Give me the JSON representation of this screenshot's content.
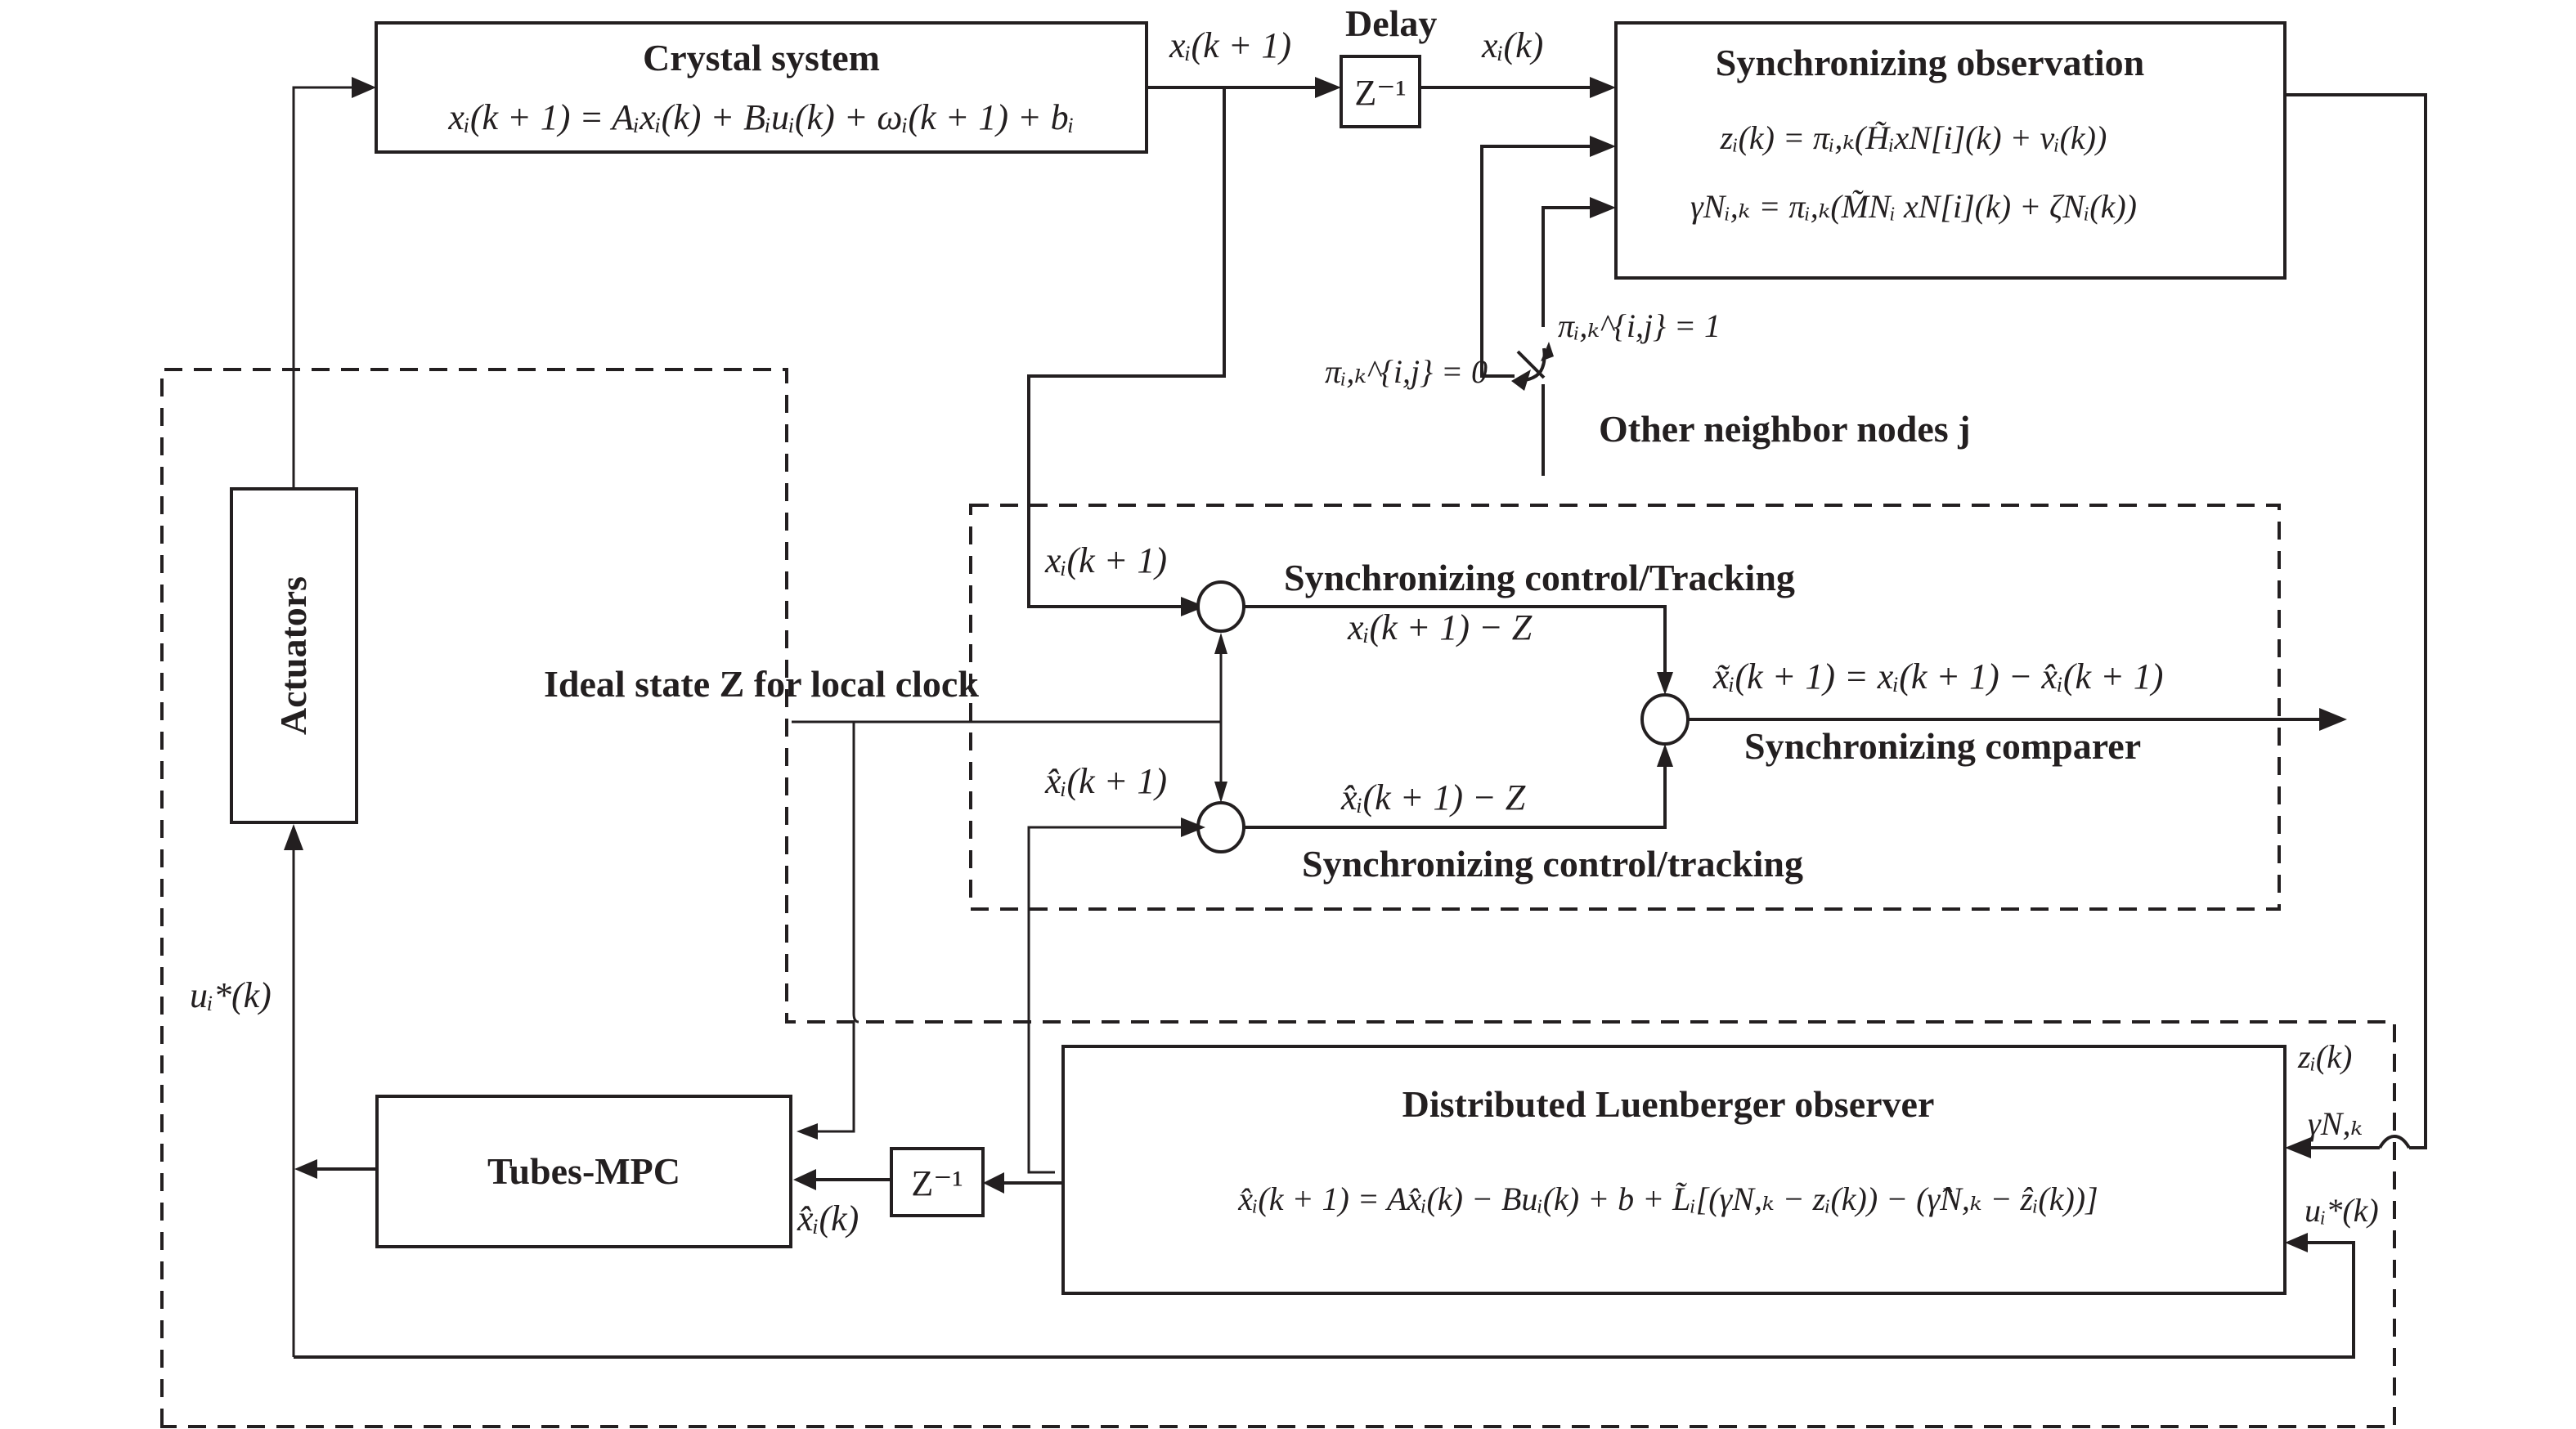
{
  "blocks": {
    "crystal": {
      "title": "Crystal system",
      "equation": "xᵢ(k + 1) = Aᵢxᵢ(k) + Bᵢuᵢ(k) + ωᵢ(k + 1) + bᵢ"
    },
    "delay": {
      "title": "Delay",
      "label": "Z⁻¹"
    },
    "observation": {
      "title": "Synchronizing observation",
      "equation_z": "zᵢ(k) = πᵢ,ₖ(H̃ᵢxN[i](k) + vᵢ(k))",
      "equation_gamma": "γNᵢ,ₖ = πᵢ,ₖ(M̃Nᵢ xN[i](k) + ζNᵢ(k))"
    },
    "actuators": {
      "title": "Actuators"
    },
    "tubes_mpc": {
      "title": "Tubes-MPC"
    },
    "delay2": {
      "label": "Z⁻¹"
    },
    "luenberger": {
      "title": "Distributed Luenberger observer",
      "equation": "x̂ᵢ(k + 1) = Ax̂ᵢ(k) − Buᵢ(k) + b +  L̃ᵢ[(γN,ₖ − zᵢ(k)) − (γ̂N,ₖ − ẑᵢ(k))]"
    }
  },
  "labels": {
    "xi_k1_top": "xᵢ(k + 1)",
    "xi_k": "xᵢ(k)",
    "pi_one": "πᵢ,ₖ^{i,j} = 1",
    "pi_zero": "πᵢ,ₖ^{i,j} = 0",
    "other_nodes": "Other neighbor nodes j",
    "ideal_state": "Ideal state Z for local clock",
    "xi_k1_mid": "xᵢ(k + 1)",
    "xhat_k1_mid": "x̂ᵢ(k + 1)",
    "sync_ctrl_upper": "Synchronizing control/Tracking",
    "diff_upper": "xᵢ(k + 1) − Z",
    "diff_lower": "x̂ᵢ(k + 1) − Z",
    "sync_ctrl_lower": "Synchronizing control/tracking",
    "error_eq": "x̃ᵢ(k + 1) = xᵢ(k + 1) − x̂ᵢ(k + 1)",
    "comparer": "Synchronizing comparer",
    "u_star_left": "uᵢ*(k)",
    "xhat_k": "x̂ᵢ(k)",
    "z_right": "zᵢ(k)",
    "gamma_right": "γN,ₖ",
    "u_star_right": "uᵢ*(k)"
  }
}
